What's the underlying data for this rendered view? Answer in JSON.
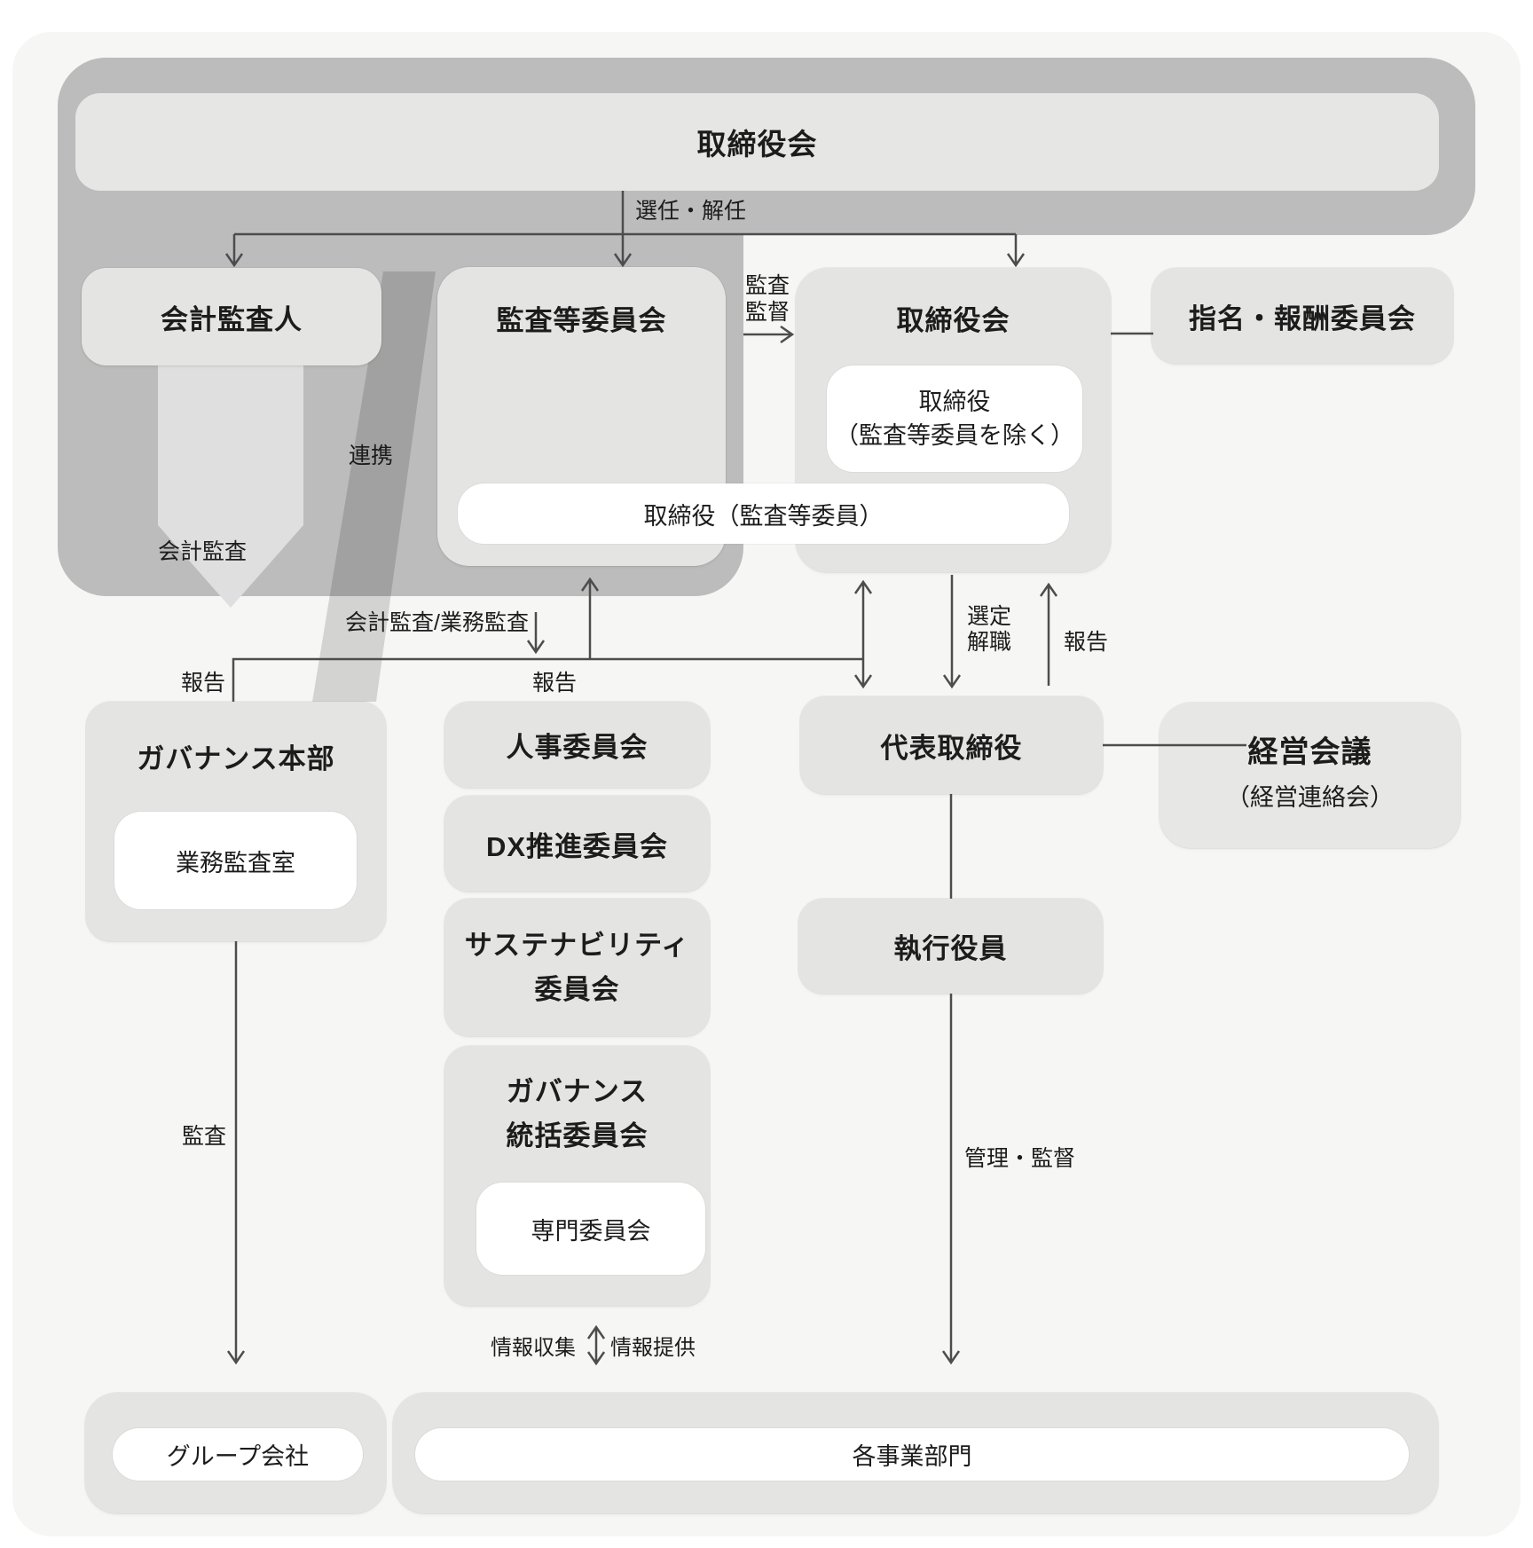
{
  "page": {
    "background": "#ffffff",
    "panel_background": "#f6f6f5"
  },
  "colors": {
    "dark_band": "#bcbcbc",
    "node_box": "#e4e4e3",
    "white_pill": "#ffffff",
    "cooperation_wedge": "rgba(0,0,0,0.14)",
    "big_arrow_fill": "#dfdfdf",
    "connector_line": "#4d4d4d",
    "text": "#1c1c1c"
  },
  "nodes": {
    "top_bar": {
      "label": "取締役会"
    },
    "accounting_auditor": {
      "label": "会計監査人"
    },
    "audit_committee": {
      "label": "監査等委員会"
    },
    "board": {
      "label": "取締役会"
    },
    "board_directors_pill": {
      "line1": "取締役",
      "line2": "（監査等委員を除く）"
    },
    "audit_members_pill": {
      "label": "取締役（監査等委員）"
    },
    "nomination_committee": {
      "label": "指名・報酬委員会"
    },
    "governance_hq": {
      "label": "ガバナンス本部",
      "inner": "業務監査室"
    },
    "hr_committee": {
      "label": "人事委員会"
    },
    "dx_committee": {
      "label": "DX推進委員会"
    },
    "sustainability_committee": {
      "line1": "サステナビリティ",
      "line2": "委員会"
    },
    "governance_committee": {
      "line1": "ガバナンス",
      "line2": "統括委員会",
      "inner": "専門委員会"
    },
    "representative_director": {
      "label": "代表取締役"
    },
    "management_council": {
      "label": "経営会議",
      "sub": "（経営連絡会）"
    },
    "executive_officers": {
      "label": "執行役員"
    },
    "group_companies": {
      "label": "グループ会社"
    },
    "business_divisions": {
      "label": "各事業部門"
    }
  },
  "edge_labels": {
    "appoint_dismiss": "選任・解任",
    "audit_top": "監査",
    "supervise_top": "監督",
    "cooperation": "連携",
    "accounting_audit": "会計監査",
    "accounting_business_audit": "会計監査/業務監査",
    "report_left": "報告",
    "report_mid": "報告",
    "report_right": "報告",
    "select": "選定",
    "dismiss": "解職",
    "audit_lower": "監査",
    "manage_supervise": "管理・監督",
    "info_gather": "情報収集",
    "info_provide": "情報提供"
  }
}
